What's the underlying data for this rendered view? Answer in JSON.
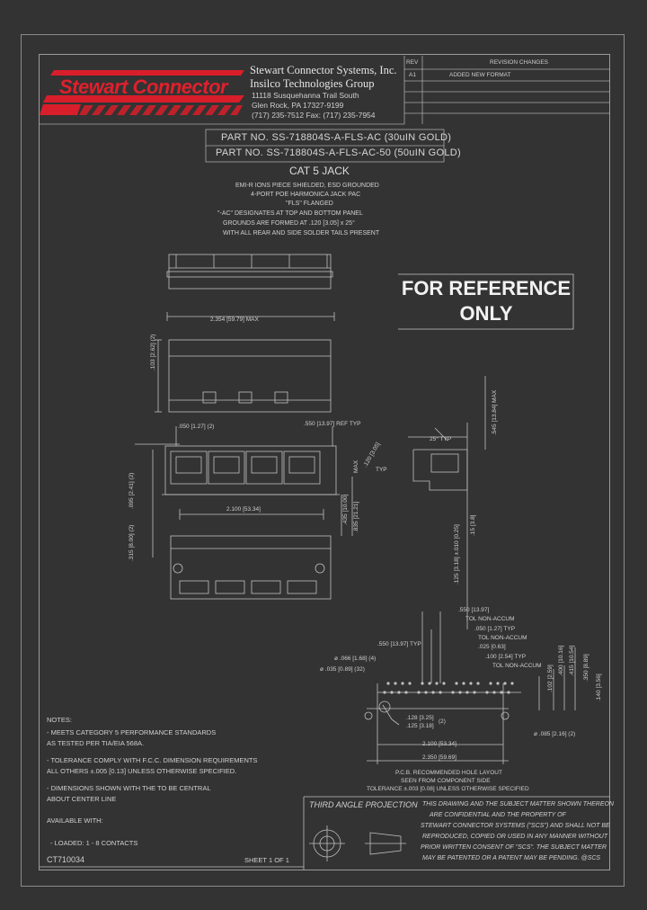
{
  "company": {
    "logo": "Stewart Connector",
    "name": "Stewart Connector Systems, Inc.",
    "group": "Insilco Technologies Group",
    "address1": "11118 Susquehanna Trail South",
    "address2": "Glen Rock, PA  17327-9199",
    "phone": "(717) 235-7512   Fax: (717) 235-7954"
  },
  "revision": {
    "col_rev": "REV",
    "col_changes": "REVISION CHANGES",
    "rows": [
      {
        "rev": "A1",
        "change": "ADDED NEW FORMAT"
      }
    ]
  },
  "part": {
    "line1": "PART NO. SS-718804S-A-FLS-AC (30uIN GOLD)",
    "line2": "PART NO. SS-718804S-A-FLS-AC-50 (50uIN GOLD)",
    "title": "CAT 5 JACK",
    "desc": [
      "EMI-R IONS PIECE SHIELDED, ESD GROUNDED",
      "4-PORT POE HARMONICA JACK PAC",
      "\"FLS\" FLANGED",
      "\"-AC\" DESIGNATES AT TOP AND BOTTOM PANEL",
      "GROUNDS ARE FORMED AT .120 [3.05] x 25°",
      "WITH ALL REAR AND SIDE SOLDER TAILS PRESENT"
    ]
  },
  "stamp": {
    "line1": "FOR REFERENCE",
    "line2": "ONLY"
  },
  "dims": {
    "overall_width": "2.354 [59.79] MAX",
    "top_height": ".103 [2.62] (2)",
    "pitch_050": ".050 [1.27] (2)",
    "pitch_550": ".550 [13.97] REF TYP",
    "angle_120": ".120 [3.05]",
    "angle_25": "25° TYP",
    "typ": "TYP",
    "max_545": ".545 [13.84] MAX",
    "side_095": ".095 [2.41] (2)",
    "side_315": ".315 [8.00] (2)",
    "width_2100": "2.100 [53.34]",
    "h_435": ".435 [10.00]",
    "h_835": ".835 [21.21]",
    "h_max": "MAX",
    "vert_15_15": ".15 [3.8]",
    "vert_125": ".125 [3.18] ±.010 [0.25]",
    "pcb_550a": ".550 [13.97]",
    "pcb_tol1": "TOL NON-ACCUM",
    "pcb_050": ".050 [1.27] TYP",
    "pcb_tol2": "TOL NON-ACCUM",
    "pcb_025": ".025 [0.63]",
    "pcb_100": ".100 [2.54] TYP",
    "pcb_tol3": "TOL NON-ACCUM",
    "pcb_550b": ".550 [13.97] TYP",
    "pcb_066": "ø .066 [1.68] (4)",
    "pcb_035": "ø .035 [0.89] (32)",
    "pcb_128": ".128 [3.25]",
    "pcb_125": ".125 [3.18]",
    "pcb_2": "(2)",
    "pcb_415": ".415 [10.54]",
    "pcb_400": ".400 [10.16]",
    "pcb_350": ".350 [8.89]",
    "pcb_102": ".102 [2.59]",
    "pcb_140": ".140 [3.56]",
    "pcb_085": "ø .085 [2.16] (2)",
    "pcb_2100": "2.100 [53.34]",
    "pcb_2350": "2.350 [59.69]",
    "pcb_note1": "P.C.B. RECOMMENDED HOLE LAYOUT",
    "pcb_note2": "SEEN FROM COMPONENT SIDE",
    "pcb_note3": "TOLERANCE ±.003 [0.08] UNLESS OTHERWISE SPECIFIED"
  },
  "notes": {
    "title": "NOTES:",
    "items": [
      "- MEETS CATEGORY 5 PERFORMANCE STANDARDS",
      "  AS TESTED PER TIA/EIA 568A.",
      "- TOLERANCE COMPLY WITH F.C.C. DIMENSION REQUIREMENTS",
      "  ALL OTHERS ±.005 [0.13] UNLESS OTHERWISE SPECIFIED.",
      "- DIMENSIONS SHOWN WITH THE TO BE CENTRAL",
      "  ABOUT CENTER LINE"
    ],
    "available": "AVAILABLE WITH:",
    "loaded": "- LOADED: 1 - 8 CONTACTS"
  },
  "footer": {
    "drawing_no": "CT710034",
    "sheet": "SHEET 1 OF 1",
    "projection": "THIRD ANGLE PROJECTION",
    "legal": [
      "THIS DRAWING AND THE SUBJECT MATTER SHOWN THEREON",
      "ARE CONFIDENTIAL AND THE PROPERTY OF",
      "STEWART CONNECTOR SYSTEMS (\"SCS\") AND SHALL NOT BE",
      "REPRODUCED, COPIED OR USED IN ANY MANNER WITHOUT",
      "PRIOR WRITTEN CONSENT OF \"SCS\". THE SUBJECT MATTER",
      "MAY BE PATENTED OR A PATENT MAY BE PENDING. @SCS"
    ]
  }
}
